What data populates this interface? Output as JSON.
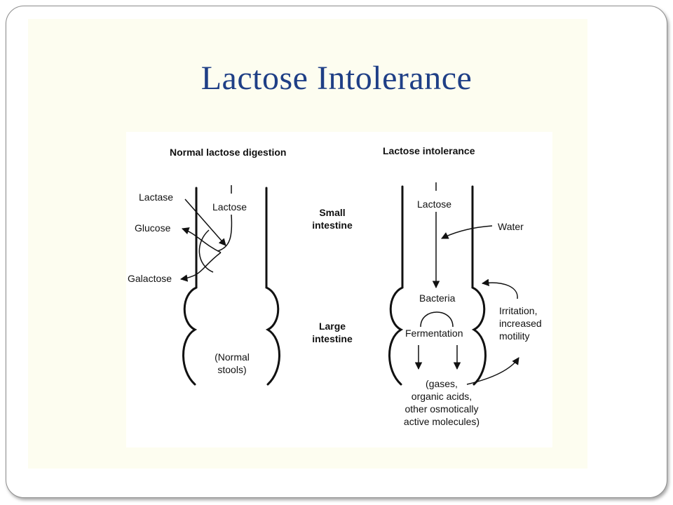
{
  "slide": {
    "title": "Lactose Intolerance"
  },
  "diagram": {
    "normal": {
      "heading": "Normal lactose digestion",
      "lactase": "Lactase",
      "lactose": "Lactose",
      "glucose": "Glucose",
      "galactose": "Galactose",
      "stools_line1": "(Normal",
      "stools_line2": "stools)"
    },
    "middle": {
      "small_line1": "Small",
      "small_line2": "intestine",
      "large_line1": "Large",
      "large_line2": "intestine"
    },
    "intolerance": {
      "heading": "Lactose intolerance",
      "lactose": "Lactose",
      "water": "Water",
      "bacteria": "Bacteria",
      "fermentation": "Fermentation",
      "irritation_line1": "Irritation,",
      "irritation_line2": "increased",
      "irritation_line3": "motility",
      "products_line1": "(gases,",
      "products_line2": "organic acids,",
      "products_line3": "other osmotically",
      "products_line4": "active molecules)"
    }
  }
}
